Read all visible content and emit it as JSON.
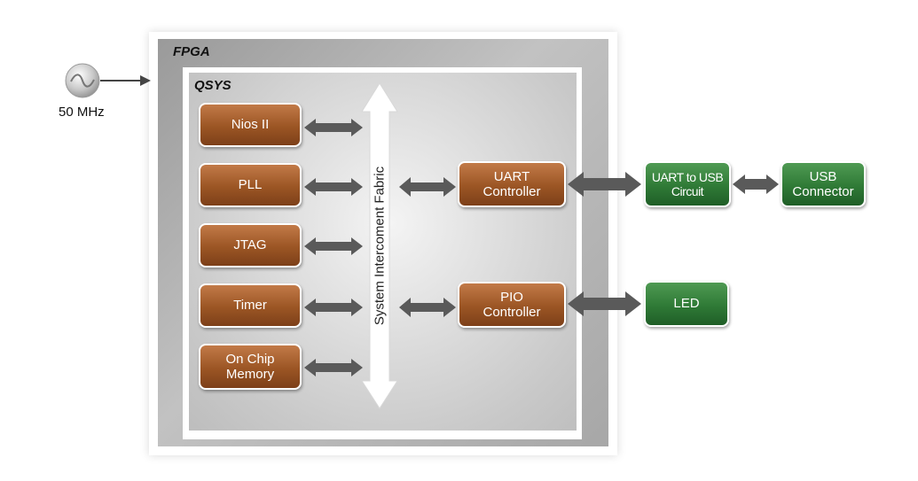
{
  "clock": {
    "label": "50 MHz"
  },
  "fpga": {
    "label": "FPGA"
  },
  "qsys": {
    "label": "QSYS"
  },
  "fabric": {
    "label": "System Intercoment Fabric"
  },
  "left_blocks": [
    {
      "label": "Nios II"
    },
    {
      "label": "PLL"
    },
    {
      "label": "JTAG"
    },
    {
      "label": "Timer"
    },
    {
      "label": "On Chip Memory",
      "line1": "On Chip",
      "line2": "Memory"
    }
  ],
  "uart_controller": {
    "line1": "UART",
    "line2": "Controller"
  },
  "pio_controller": {
    "line1": "PIO",
    "line2": "Controller"
  },
  "uart_usb": {
    "line1": "UART to USB",
    "line2": "Circuit"
  },
  "usb_connector": {
    "line1": "USB",
    "line2": "Connector"
  },
  "led": {
    "label": "LED"
  },
  "colors": {
    "brown_block": "#9b5524",
    "green_block": "#2f7a36",
    "arrow": "#5a5a5a",
    "fabric_arrow": "#ffffff"
  }
}
